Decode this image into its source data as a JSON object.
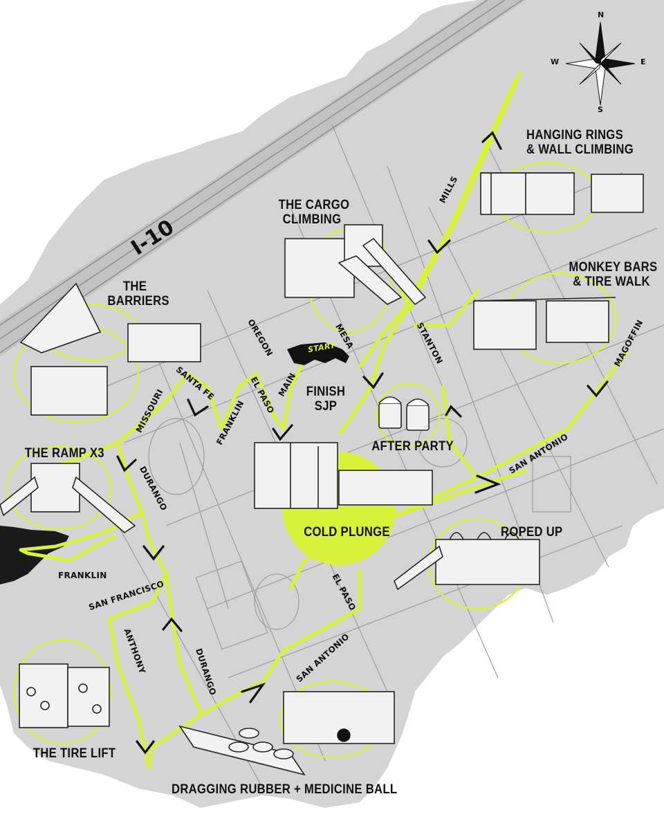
{
  "colors": {
    "route": "#d8f23a",
    "land": "#d4d4d4",
    "paper": "#ffffff",
    "ink": "#111111",
    "street_lines": "#9a9a9a",
    "blot": "#1a1a1a"
  },
  "map": {
    "highway": "I-10",
    "compass": {
      "n": "N",
      "s": "S",
      "e": "E",
      "w": "W"
    },
    "stations": [
      {
        "id": "hanging-rings",
        "label": "HANGING RINGS\n& WALL CLIMBING"
      },
      {
        "id": "cargo-climbing",
        "label": "THE CARGO\nCLIMBING"
      },
      {
        "id": "barriers",
        "label": "THE\nBARRIERS"
      },
      {
        "id": "monkey-bars",
        "label": "MONKEY BARS\n& TIRE WALK"
      },
      {
        "id": "finish",
        "label": "FINISH\nSJP"
      },
      {
        "id": "after-party",
        "label": "AFTER PARTY"
      },
      {
        "id": "ramp",
        "label": "THE RAMP X3"
      },
      {
        "id": "cold-plunge",
        "label": "COLD PLUNGE"
      },
      {
        "id": "roped-up",
        "label": "ROPED UP"
      },
      {
        "id": "tire-lift",
        "label": "THE TIRE LIFT"
      },
      {
        "id": "dragging-rubber",
        "label": "DRAGGING RUBBER + MEDICINE BALL"
      }
    ],
    "start_label": "START",
    "streets": {
      "mills": "MILLS",
      "oregon": "OREGON",
      "mesa": "MESA",
      "stanton": "STANTON",
      "main": "MAIN",
      "el_paso_north": "EL PASO",
      "santa_fe": "SANTA FE",
      "franklin_mid": "FRANKLIN",
      "missouri": "MISSOURI",
      "durango_north": "DURANGO",
      "magoffin": "MAGOFFIN",
      "san_antonio_east": "SAN ANTONIO",
      "franklin_west": "FRANKLIN",
      "san_francisco": "SAN FRANCISCO",
      "anthony": "ANTHONY",
      "durango_south": "DURANGO",
      "el_paso_south": "EL PASO",
      "san_antonio_south": "SAN ANTONIO"
    }
  }
}
